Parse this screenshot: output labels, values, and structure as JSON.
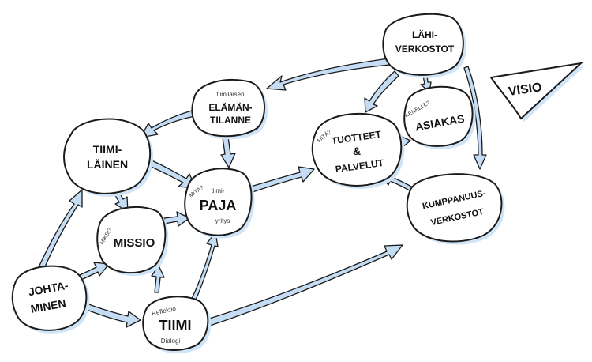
{
  "nodes": {
    "tiimilainen": {
      "line1": "TIIMI-",
      "line2": "LÄINEN"
    },
    "elamantilanne": {
      "pre": "tiimiläisen",
      "line1": "ELÄMÄN-",
      "line2": "TILANNE"
    },
    "paja": {
      "note": "MITÄ?",
      "top": "tiimi-",
      "main": "PAJA",
      "bottom": "yritys"
    },
    "missio": {
      "note": "MIKSI?",
      "main": "MISSIO"
    },
    "johtaminen": {
      "line1": "JOHTA-",
      "line2": "MINEN"
    },
    "tiimi": {
      "top": "Reflektio",
      "main": "TIIMI",
      "bottom": "Dialogi"
    },
    "tuotteet": {
      "note": "MITÄ?",
      "line1": "TUOTTEET",
      "line2": "&",
      "line3": "PALVELUT"
    },
    "asiakas": {
      "note": "KENELLE?",
      "main": "ASIAKAS"
    },
    "lahiverkostot": {
      "line1": "LÄHI-",
      "line2": "VERKOSTOT"
    },
    "kumppanuus": {
      "line1": "KUMPPANUUS-",
      "line2": "VERKOSTOT"
    },
    "visio": {
      "main": "VISIO"
    }
  },
  "colors": {
    "accent": "#c4ddf4",
    "ink": "#1a1a1a"
  }
}
